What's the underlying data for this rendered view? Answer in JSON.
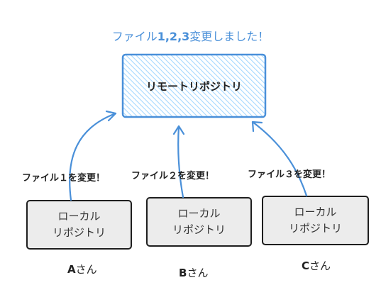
{
  "title": {
    "prefix": "ファイル",
    "numbers": "1,2,3",
    "suffix": "変更しました！"
  },
  "remote": {
    "label": "リモートリポジトリ"
  },
  "locals": [
    {
      "line1": "ローカル",
      "line2": "リポジトリ",
      "change": "ファイル１を変更！",
      "user_letter": "A",
      "user_suffix": "さん"
    },
    {
      "line1": "ローカル",
      "line2": "リポジトリ",
      "change": "ファイル２を変更！",
      "user_letter": "B",
      "user_suffix": "さん"
    },
    {
      "line1": "ローカル",
      "line2": "リポジトリ",
      "change": "ファイル３を変更！",
      "user_letter": "C",
      "user_suffix": "さん"
    }
  ],
  "colors": {
    "accent": "#4a90d9",
    "remote_fill": "#a5d8ff",
    "local_fill": "#ececec",
    "stroke": "#1e1e1e"
  }
}
